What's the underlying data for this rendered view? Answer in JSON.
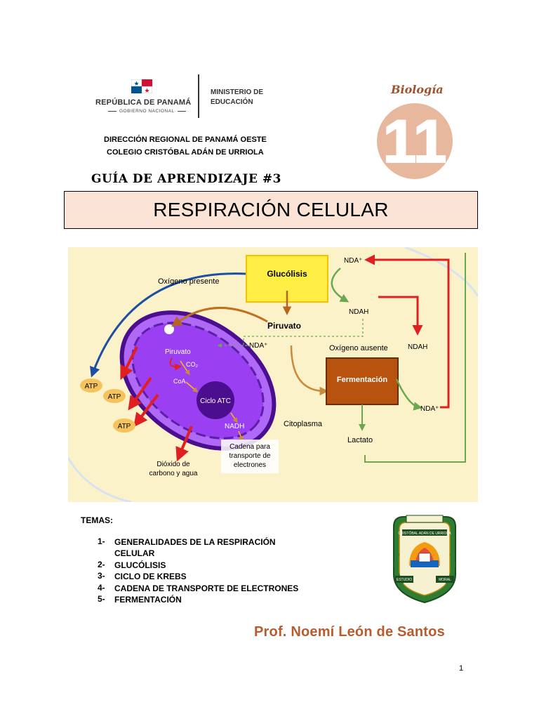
{
  "header": {
    "gov_name": "REPÚBLICA DE PANAMÁ",
    "gov_sub": "GOBIERNO NACIONAL",
    "ministry_line1": "MINISTERIO DE",
    "ministry_line2": "EDUCACIÓN",
    "subject": "Biología",
    "grade": "11",
    "region": "DIRECCIÓN REGIONAL DE PANAMÁ OESTE",
    "school": "COLEGIO CRISTÓBAL ADÁN DE URRIOLA"
  },
  "guide_title": "GUÍA DE APRENDIZAJE #3",
  "main_title": "RESPIRACIÓN CELULAR",
  "diagram": {
    "oxygen_present": "Oxígeno presente",
    "glycolysis": "Glucólisis",
    "nda_top": "NDA⁺",
    "ndah_mid": "NDAH",
    "pyruvate_outer": "Piruvato",
    "nda_mid": "NDA⁺",
    "oxygen_absent": "Oxígeno ausente",
    "ndah_right": "NDAH",
    "pyruvate_inner": "Piruvato",
    "co2": "CO₂",
    "coa": "CoA",
    "fermentation": "Fermentación",
    "atp_1": "ATP",
    "atp_2": "ATP",
    "atp_3": "ATP",
    "krebs": "Ciclo ATC",
    "nda_bottom": "NDA⁺",
    "cytoplasm": "Citoplasma",
    "nadh": "NADH",
    "chain_1": "Cadena para",
    "chain_2": "transporte de",
    "chain_3": "electrones",
    "lactate": "Lactato",
    "co2_water_1": "Dióxido de",
    "co2_water_2": "carbono y agua"
  },
  "topics": {
    "label": "TEMAS:",
    "items": [
      {
        "num": "1-",
        "text": "GENERALIDADES DE LA RESPIRACIÓN CELULAR"
      },
      {
        "num": "2-",
        "text": "GLUCÓLISIS"
      },
      {
        "num": "3-",
        "text": "CICLO DE KREBS"
      },
      {
        "num": "4-",
        "text": "CADENA DE TRANSPORTE DE ELECTRONES"
      },
      {
        "num": "5-",
        "text": "FERMENTACIÓN"
      }
    ]
  },
  "seal": {
    "school_banner": "CRISTÓBAL ADÁN DE URRIOLA",
    "motto_left": "ESTUDIO",
    "motto_right": "MORAL"
  },
  "author": "Prof. Noemí León de Santos",
  "page_number": "1",
  "colors": {
    "title_box_fill": "#fbe4d5",
    "author": "#b85b2e",
    "subject": "#a0522d",
    "mitochondrion": "#9b3ff2",
    "glycolysis_box": "#ffee44",
    "fermentation_box": "#b8520f",
    "arrow_red": "#e02020",
    "arrow_green": "#6aa84f",
    "arrow_blue": "#1c4fa3"
  }
}
